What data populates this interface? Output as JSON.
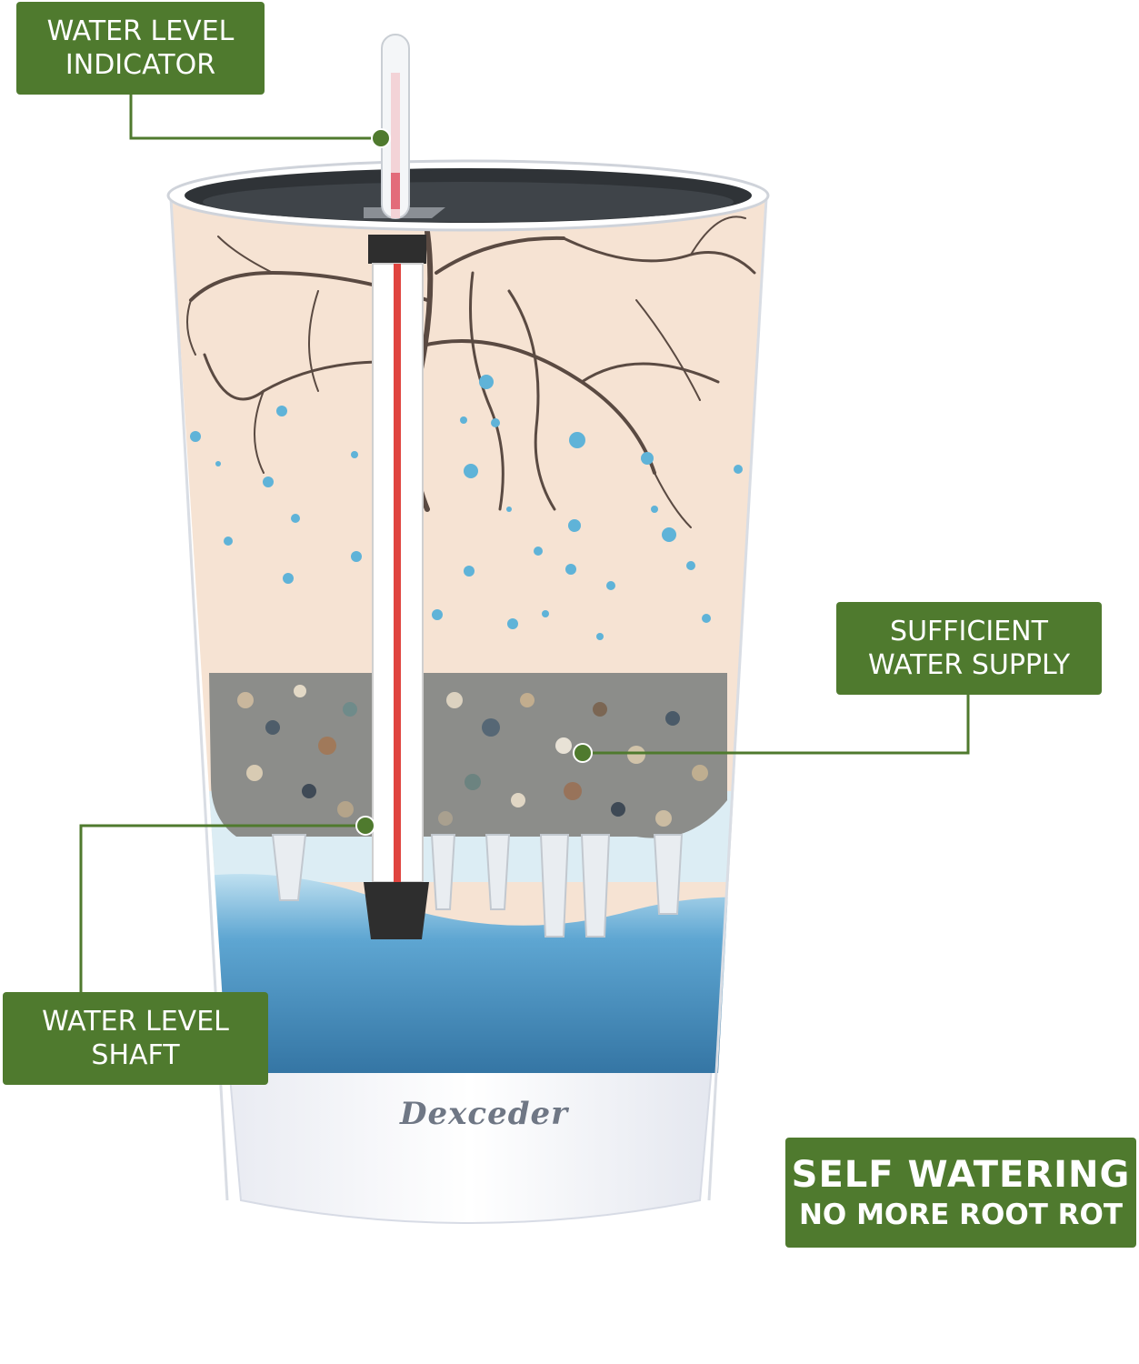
{
  "callouts": {
    "indicator": {
      "line1": "WATER LEVEL",
      "line2": "INDICATOR"
    },
    "supply": {
      "line1": "SUFFICIENT",
      "line2": "WATER SUPPLY"
    },
    "shaft": {
      "line1": "WATER LEVEL",
      "line2": "SHAFT"
    },
    "headline": {
      "line1": "SELF WATERING",
      "line2": "NO MORE ROOT ROT"
    }
  },
  "brand": {
    "name": "Dexceder"
  },
  "colors": {
    "label_green": "#4f7a2e",
    "soil_peach": "#f6e3d3",
    "water_blue": "#4a8fbf",
    "indicator_red": "#e0443f"
  }
}
